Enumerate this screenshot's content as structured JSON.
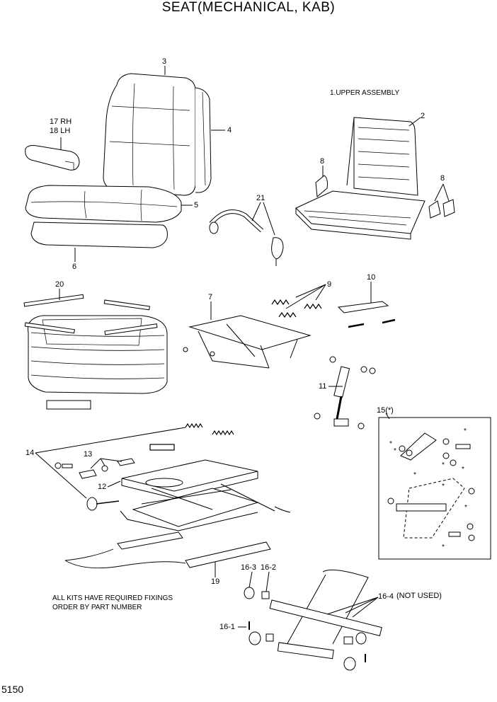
{
  "title": "SEAT(MECHANICAL, KAB)",
  "subtitle": "1.UPPER ASSEMBLY",
  "notes": [
    "ALL KITS HAVE REQUIRED FIXINGS",
    "ORDER BY PART NUMBER"
  ],
  "page_number": "5150",
  "labels": {
    "p2": "2",
    "p3": "3",
    "p4": "4",
    "p5": "5",
    "p6": "6",
    "p7": "7",
    "p8a": "8",
    "p8b": "8",
    "p9": "9",
    "p10": "10",
    "p11": "11",
    "p12": "12",
    "p13": "13",
    "p14": "14",
    "p15": "15(*)",
    "p16_1": "16-1",
    "p16_2": "16-2",
    "p16_3": "16-3",
    "p16_4": "16-4",
    "p16_4_note": "(NOT USED)",
    "p17": "17 RH",
    "p18": "18 LH",
    "p19": "19",
    "p20": "20",
    "p21": "21"
  }
}
